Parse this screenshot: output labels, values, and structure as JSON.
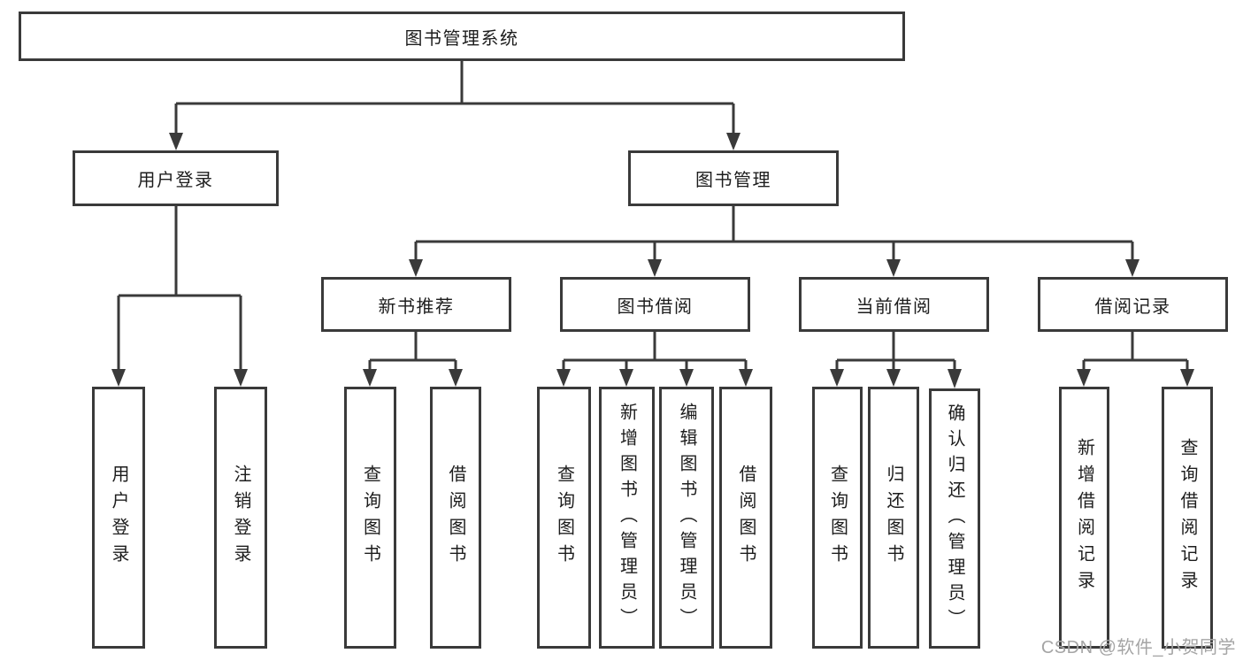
{
  "tree": {
    "label": "图书管理系统",
    "children": [
      {
        "label": "用户登录",
        "children": [
          {
            "label": "用户登录"
          },
          {
            "label": "注销登录"
          }
        ]
      },
      {
        "label": "图书管理",
        "children": [
          {
            "label": "新书推荐",
            "children": [
              {
                "label": "查询图书"
              },
              {
                "label": "借阅图书"
              }
            ]
          },
          {
            "label": "图书借阅",
            "children": [
              {
                "label": "查询图书"
              },
              {
                "label": "新增图书（管理员）"
              },
              {
                "label": "编辑图书（管理员）"
              },
              {
                "label": "借阅图书"
              }
            ]
          },
          {
            "label": "当前借阅",
            "children": [
              {
                "label": "查询图书"
              },
              {
                "label": "归还图书"
              },
              {
                "label": "确认归还（管理员）"
              }
            ]
          },
          {
            "label": "借阅记录",
            "children": [
              {
                "label": "新增借阅记录"
              },
              {
                "label": "查询借阅记录"
              }
            ]
          }
        ]
      }
    ]
  },
  "watermark": "CSDN @软件_小贺同学",
  "colors": {
    "line": "#3a3a3a",
    "box_border": "#3a3a3a",
    "text": "#1d1d1d",
    "watermark": "#a5a5a5",
    "background": "#ffffff"
  }
}
